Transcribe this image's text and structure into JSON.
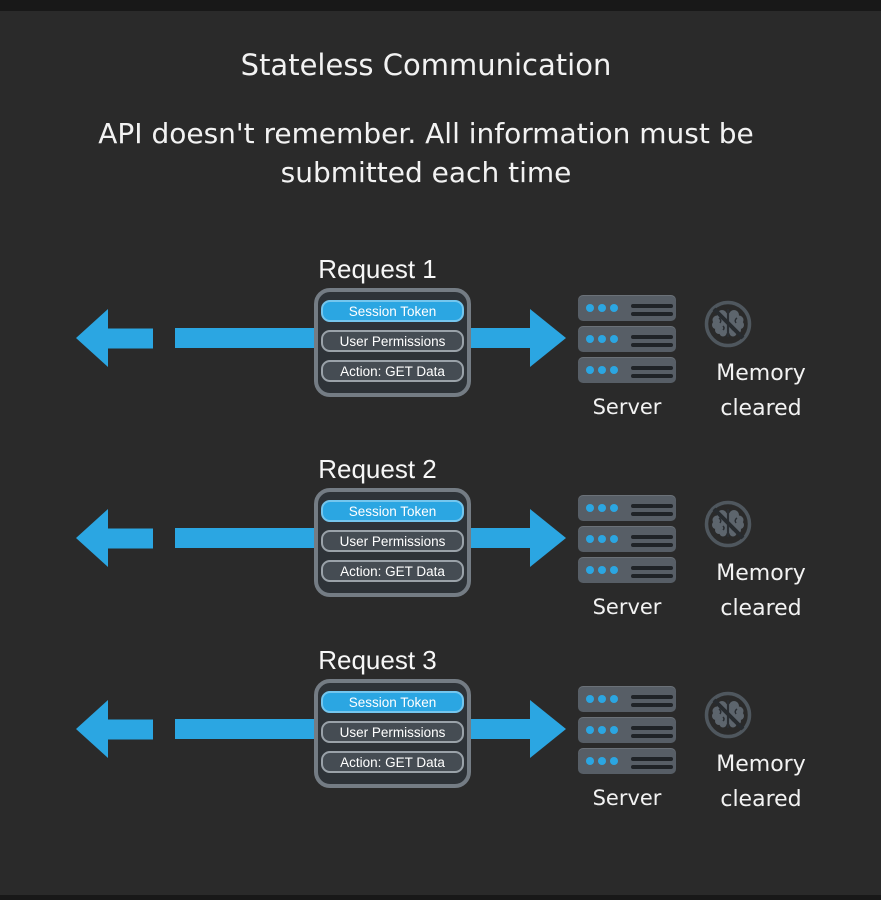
{
  "colors": {
    "accent_blue": "#2ba6e2",
    "background": "#2a2a2a",
    "card_border": "#747c84",
    "pill_gray": "#454c53",
    "server_gray": "#575e66",
    "text": "#f2f2f2"
  },
  "header": {
    "title": "Stateless Communication",
    "subtitle_line1": "API doesn't remember. All information must be",
    "subtitle_line2": "submitted each time"
  },
  "requests": [
    {
      "label": "Request 1",
      "fields": [
        "Session Token",
        "User Permissions",
        "Action: GET Data"
      ],
      "server_label": "Server",
      "memory_label": "Memory cleared"
    },
    {
      "label": "Request 2",
      "fields": [
        "Session Token",
        "User Permissions",
        "Action: GET Data"
      ],
      "server_label": "Server",
      "memory_label": "Memory cleared"
    },
    {
      "label": "Request 3",
      "fields": [
        "Session Token",
        "User Permissions",
        "Action: GET Data"
      ],
      "server_label": "Server",
      "memory_label": "Memory cleared"
    }
  ],
  "icons": {
    "left_arrow": "left-arrow-icon",
    "flow_arrow": "right-arrow-icon",
    "server": "server-rack-icon",
    "memory": "brain-slash-icon"
  }
}
